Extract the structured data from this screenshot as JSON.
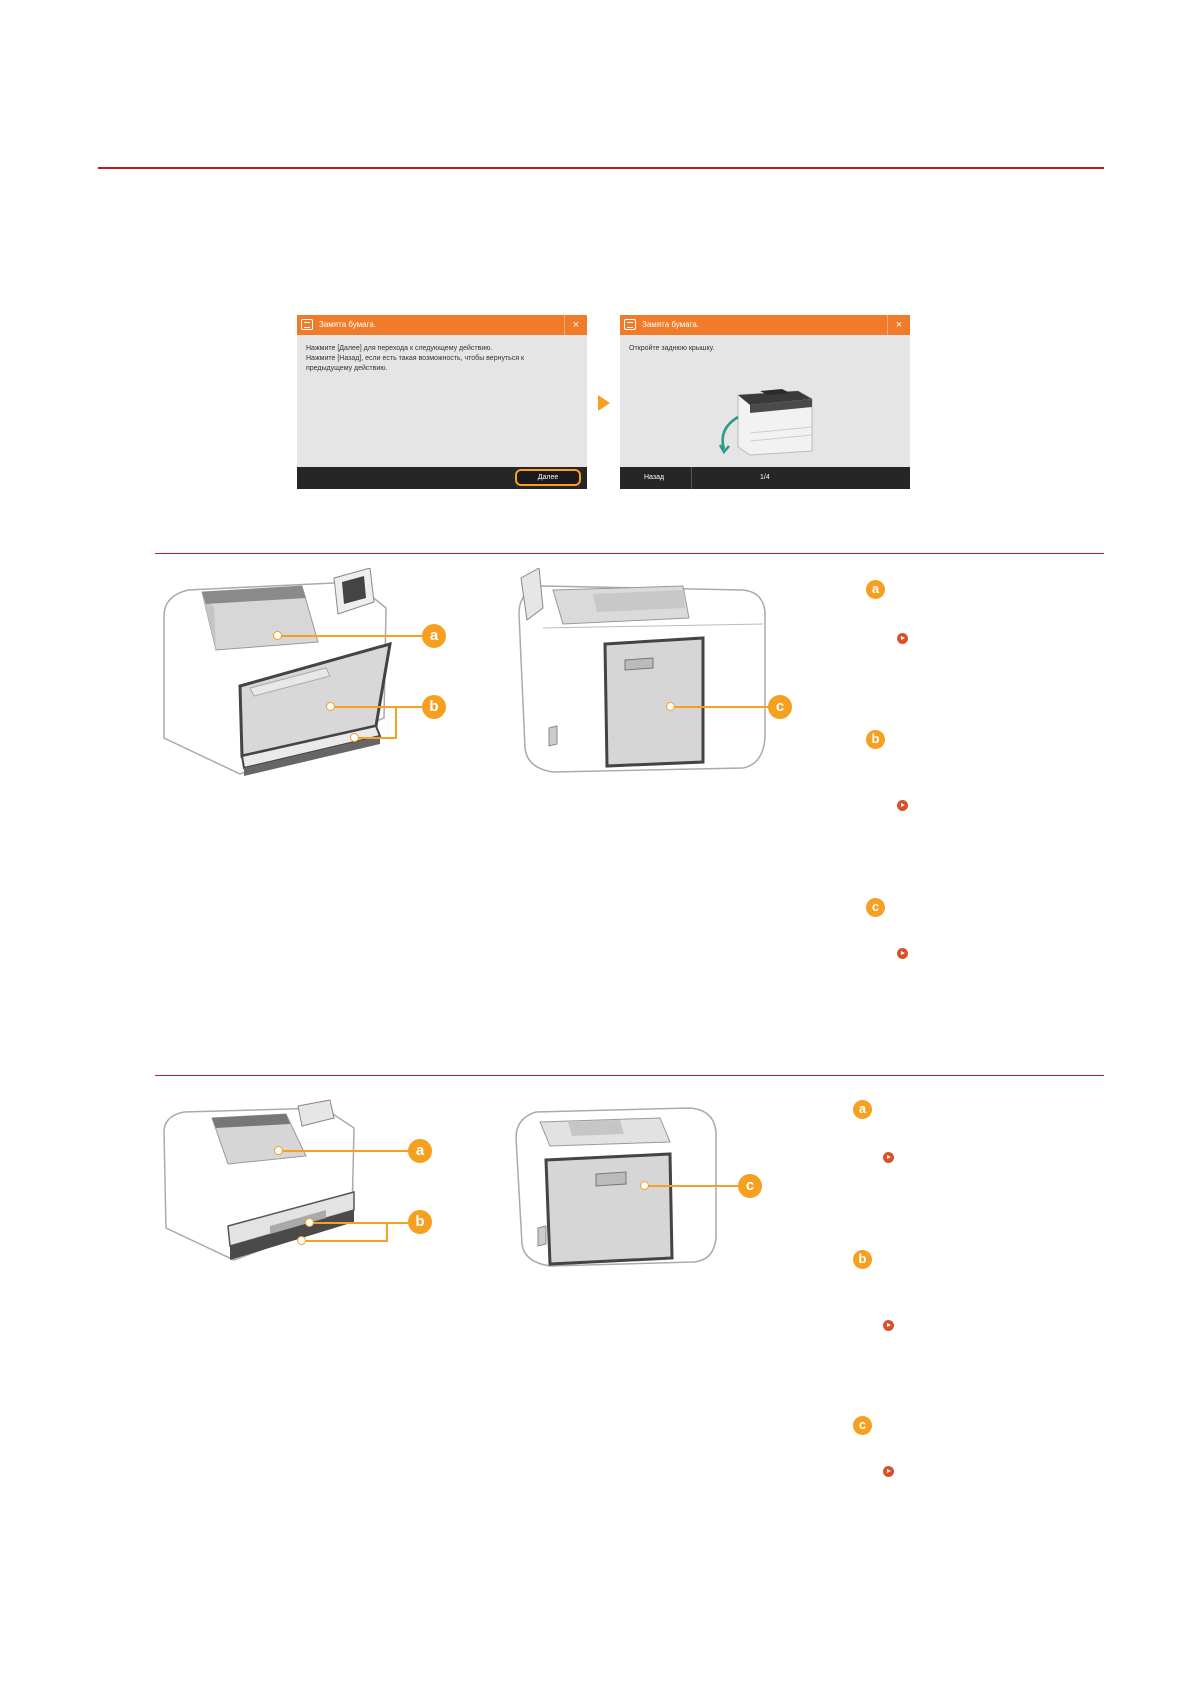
{
  "screens": {
    "first": {
      "title": "Замята бумага.",
      "message_line1": "Нажмите [Далее] для перехода к следующему действию.",
      "message_line2": "Нажмите [Назад], если есть такая возможность, чтобы вернуться к",
      "message_line3": "предыдущему действию.",
      "next_label": "Далее",
      "close_glyph": "×"
    },
    "second": {
      "title": "Замята бумага.",
      "message": "Откройте заднюю крышку.",
      "back_label": "Назад",
      "page_indicator": "1/4",
      "close_glyph": "×"
    }
  },
  "callouts": {
    "a": "a",
    "b": "b",
    "c": "c"
  },
  "colors": {
    "accent_rule": "#c8161d",
    "callout": "#f5a020",
    "screen_header": "#f07b2a",
    "link_icon": "#d9502b"
  }
}
